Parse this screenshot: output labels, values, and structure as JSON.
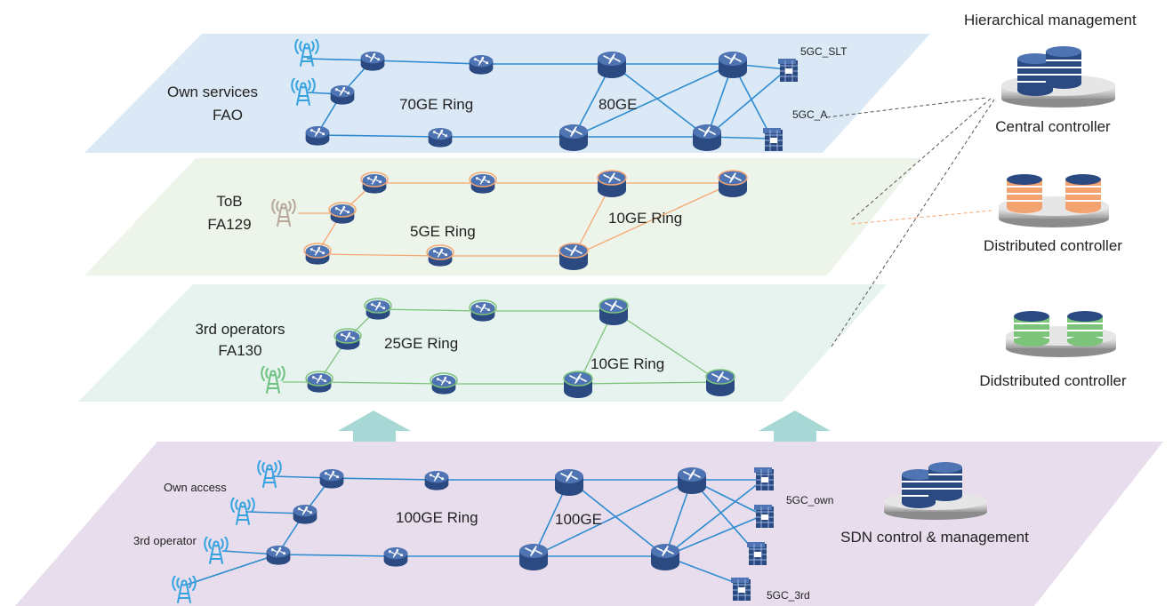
{
  "header": {
    "title": "Hierarchical management"
  },
  "layers": [
    {
      "id": "own-services",
      "title_line1": "Own services",
      "title_line2": "FAO",
      "ring_label": "70GE Ring",
      "ring2_label": "80GE",
      "core_labels": [
        "5GC_SLT",
        "5GC_A"
      ],
      "controller_label": "Central controller",
      "fill": "#dbe9f6",
      "color": "#2e8bd0"
    },
    {
      "id": "tob",
      "title_line1": "ToB",
      "title_line2": "FA129",
      "ring_label": "5GE Ring",
      "ring2_label": "10GE Ring",
      "controller_label": "Distributed controller",
      "fill": "#edf5ea",
      "color": "#f5a772"
    },
    {
      "id": "third-operators",
      "title_line1": "3rd operators",
      "title_line2": "FA130",
      "ring_label": "25GE Ring",
      "ring2_label": "10GE Ring",
      "controller_label": "Didstributed controller",
      "fill": "#e6f3ef",
      "color": "#7cc47a"
    },
    {
      "id": "physical",
      "access_labels": [
        "Own access",
        "3rd operator"
      ],
      "ring_label": "100GE Ring",
      "ring2_label": "100GE",
      "core_labels": [
        "5GC_own",
        "5GC_3rd"
      ],
      "controller_label": "SDN control & management",
      "fill": "#e7ddec",
      "color": "#2e8bd0"
    }
  ],
  "colors": {
    "router_body": "#2f4f8a",
    "router_top": "#5176b5",
    "arrow": "#a8d8d5",
    "dashed": "#555555"
  },
  "icons": [
    "router-icon",
    "antenna-icon",
    "firewall-server-icon",
    "database-controller-icon"
  ]
}
